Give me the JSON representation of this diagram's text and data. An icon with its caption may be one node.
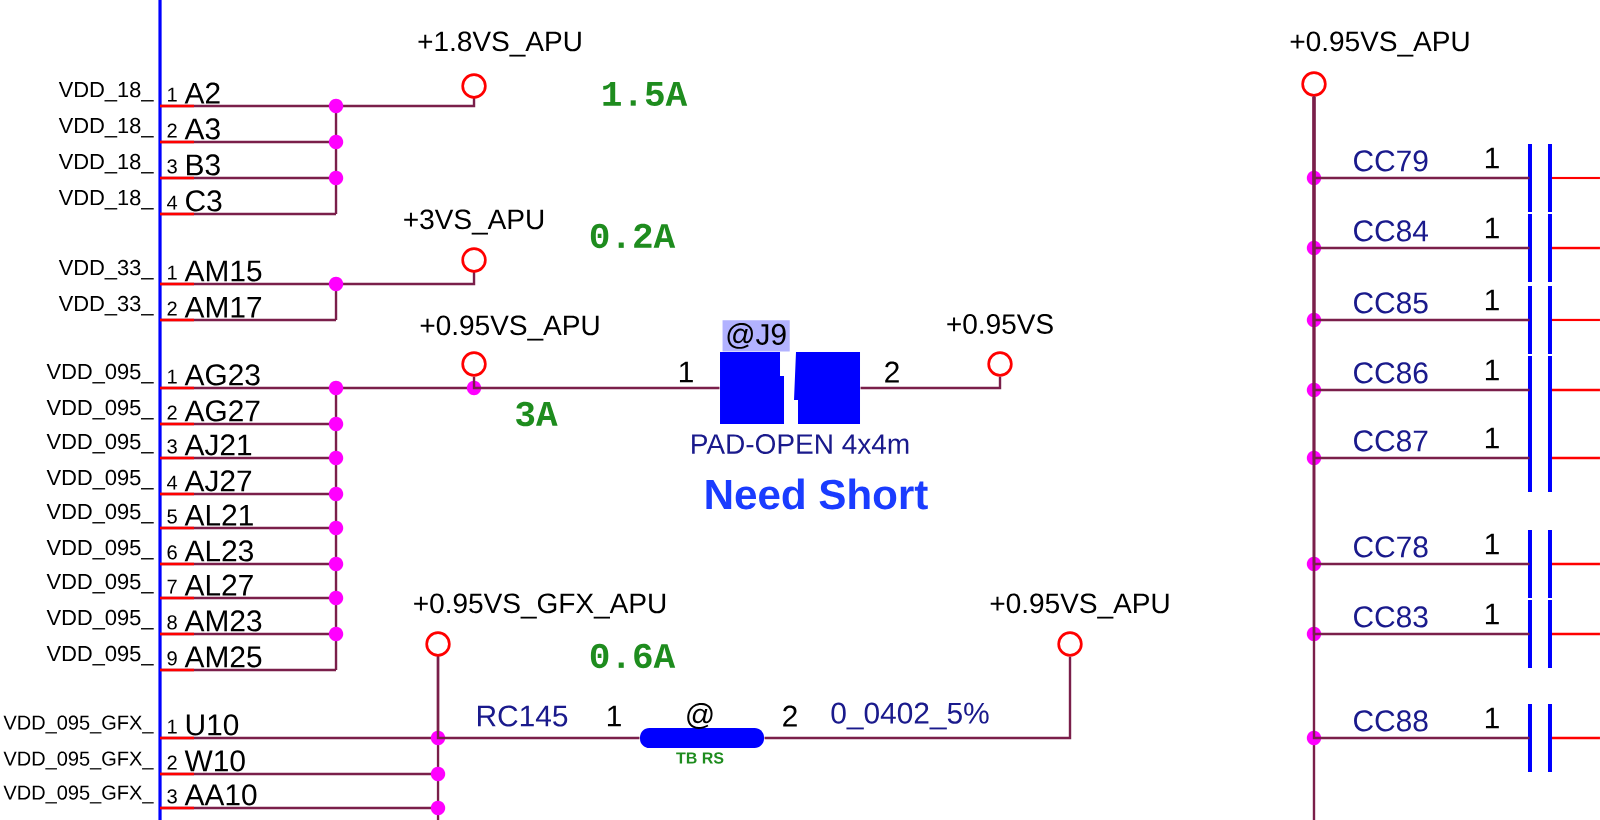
{
  "diagram": {
    "nodes": [
      {
        "text": [
          "+1.8VS_APU"
        ]
      },
      {
        "text": [
          "+3VS_APU"
        ]
      },
      {
        "text": [
          "+0.95VS_APU"
        ]
      },
      {
        "text": [
          "@J9",
          "PAD-OPEN 4x4m"
        ]
      },
      {
        "text": [
          "+0.95VS"
        ]
      },
      {
        "text": [
          "+0.95VS_GFX_APU"
        ]
      },
      {
        "text": [
          "RC145",
          "@",
          "TB RS",
          "0_0402_5%"
        ]
      },
      {
        "text": [
          "+0.95VS_APU"
        ]
      },
      {
        "text": [
          "+0.95VS_APU"
        ]
      },
      {
        "text": [
          "CC79"
        ]
      },
      {
        "text": [
          "CC84"
        ]
      },
      {
        "text": [
          "CC85"
        ]
      },
      {
        "text": [
          "CC86"
        ]
      },
      {
        "text": [
          "CC87"
        ]
      },
      {
        "text": [
          "CC78"
        ]
      },
      {
        "text": [
          "CC83"
        ]
      },
      {
        "text": [
          "CC88"
        ]
      }
    ],
    "edges": [
      {
        "from": 2,
        "to": 3,
        "arrow": "none",
        "label": "1"
      },
      {
        "from": 3,
        "to": 4,
        "arrow": "none",
        "label": "2"
      },
      {
        "from": 5,
        "to": 6,
        "arrow": "none",
        "label": "1"
      },
      {
        "from": 6,
        "to": 7,
        "arrow": "none",
        "label": "2"
      },
      {
        "from": 8,
        "to": 9,
        "arrow": "none",
        "label": "1"
      },
      {
        "from": 8,
        "to": 10,
        "arrow": "none",
        "label": "1"
      },
      {
        "from": 8,
        "to": 11,
        "arrow": "none",
        "label": "1"
      },
      {
        "from": 8,
        "to": 12,
        "arrow": "none",
        "label": "1"
      },
      {
        "from": 8,
        "to": 13,
        "arrow": "none",
        "label": "1"
      },
      {
        "from": 8,
        "to": 14,
        "arrow": "none",
        "label": "1"
      },
      {
        "from": 8,
        "to": 15,
        "arrow": "none",
        "label": "1"
      },
      {
        "from": 8,
        "to": 16,
        "arrow": "none",
        "label": "1"
      }
    ],
    "labels": [
      "VDD_18_",
      "1",
      "A2",
      "VDD_18_",
      "2",
      "A3",
      "VDD_18_",
      "3",
      "B3",
      "VDD_18_",
      "4",
      "C3",
      "VDD_33_",
      "1",
      "AM15",
      "VDD_33_",
      "2",
      "AM17",
      "VDD_095_",
      "1",
      "AG23",
      "VDD_095_",
      "2",
      "AG27",
      "VDD_095_",
      "3",
      "AJ21",
      "VDD_095_",
      "4",
      "AJ27",
      "VDD_095_",
      "5",
      "AL21",
      "VDD_095_",
      "6",
      "AL23",
      "VDD_095_",
      "7",
      "AL27",
      "VDD_095_",
      "8",
      "AM23",
      "VDD_095_",
      "9",
      "AM25",
      "VDD_095_GFX_",
      "1",
      "U10",
      "VDD_095_GFX_",
      "2",
      "W10",
      "VDD_095_GFX_",
      "3",
      "AA10",
      "1.5A",
      "0.2A",
      "3A",
      "0.6A",
      "Need Short"
    ]
  }
}
